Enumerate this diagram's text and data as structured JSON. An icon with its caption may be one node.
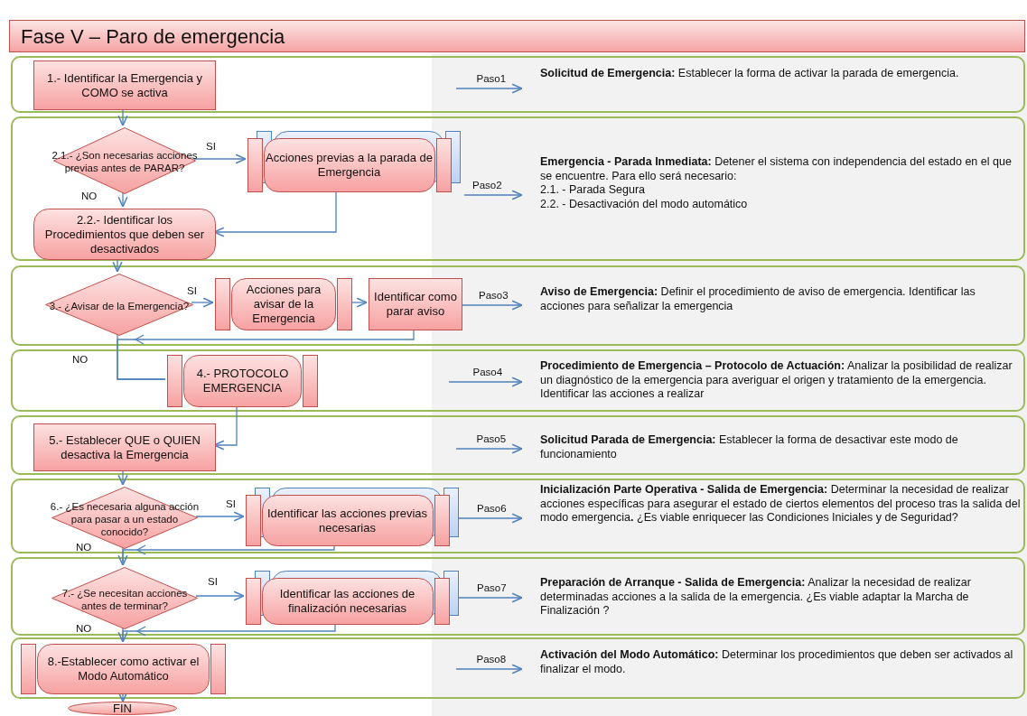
{
  "diagram": {
    "title": "Fase V – Paro de emergencia",
    "nodes": [
      {
        "text": [],
        "shape": "box"
      },
      {
        "text": [
          "1.- Identificar la Emergencia y COMO se activa"
        ],
        "in": 0
      },
      {
        "text": [
          "**Solicitud de Emergencia:** Establecer la forma de activar la parada de emergencia."
        ],
        "in": 0
      },
      {
        "text": [],
        "shape": "box"
      },
      {
        "text": [
          "2.1.- ¿Son necesarias acciones previas antes de PARAR?"
        ],
        "in": 3
      },
      {
        "text": [
          "Acciones previas a la parada de Emergencia"
        ],
        "in": 3
      },
      {
        "text": [
          "2.2.- Identificar los Procedimientos que deben ser desactivados"
        ],
        "in": 3
      },
      {
        "text": [
          "**Emergencia - Parada Inmediata:** Detener el sistema con independencia del estado en el que se encuentre. Para ello será necesario:",
          "2.1. - Parada Segura",
          "2.2. - Desactivación del modo automático"
        ],
        "in": 3
      },
      {
        "text": [],
        "shape": "box"
      },
      {
        "text": [
          "3.- ¿Avisar de la Emergencia?"
        ],
        "in": 8
      },
      {
        "text": [
          "Acciones para avisar de la Emergencia"
        ],
        "in": 8
      },
      {
        "text": [
          "Identificar como parar aviso"
        ],
        "in": 8
      },
      {
        "text": [
          "**Aviso de Emergencia:** Definir el procedimiento de aviso de emergencia. Identificar las acciones para señalizar la emergencia"
        ],
        "in": 8
      },
      {
        "text": [],
        "shape": "box"
      },
      {
        "text": [
          "4.- PROTOCOLO EMERGENCIA"
        ],
        "in": 13
      },
      {
        "text": [
          "**Procedimiento de Emergencia – Protocolo de Actuación:** Analizar la posibilidad de realizar un diagnóstico de la emergencia para averiguar el origen y tratamiento de la emergencia. Identificar las acciones a realizar"
        ],
        "in": 13
      },
      {
        "text": [],
        "shape": "box"
      },
      {
        "text": [
          "5.- Establecer QUE o QUIEN desactiva la Emergencia"
        ],
        "in": 16
      },
      {
        "text": [
          "**Solicitud Parada de Emergencia:** Establecer la forma de desactivar este modo de funcionamiento"
        ],
        "in": 16
      },
      {
        "text": [],
        "shape": "box"
      },
      {
        "text": [
          "6.- ¿Es necesaria alguna acción para pasar a un estado conocido?"
        ],
        "in": 19
      },
      {
        "text": [
          "Identificar las acciones previas necesarias"
        ],
        "in": 19
      },
      {
        "text": [
          "**Inicialización Parte Operativa - Salida de Emergencia:** Determinar la necesidad de realizar acciones específicas para asegurar el estado de ciertos elementos del proceso tras la salida del modo emergencia**.** ¿Es viable enriquecer las Condiciones Iniciales y de Seguridad?"
        ],
        "in": 19
      },
      {
        "text": [],
        "shape": "box"
      },
      {
        "text": [
          "7.- ¿Se necesitan acciones antes de terminar?"
        ],
        "in": 23
      },
      {
        "text": [
          "Identificar las acciones de finalización necesarias"
        ],
        "in": 23
      },
      {
        "text": [
          "**Preparación de Arranque - Salida de Emergencia:** Analizar la necesidad de realizar determinadas acciones a la salida de la emergencia. ¿Es viable adaptar la Marcha de Finalización ?"
        ],
        "in": 23
      },
      {
        "text": [],
        "shape": "box"
      },
      {
        "text": [
          "8.-Establecer como activar el Modo Automático"
        ],
        "in": 27
      },
      {
        "text": [
          "**Activación del Modo Automático:** Determinar los procedimientos que deben ser activados al finalizar el modo."
        ],
        "in": 27
      },
      {
        "text": [
          "FIN"
        ]
      }
    ],
    "edges": [
      {
        "from": 1,
        "to": 4,
        "arrow": "to"
      },
      {
        "from": 4,
        "to": 5,
        "arrow": "to",
        "label": "SI"
      },
      {
        "from": 4,
        "to": 6,
        "arrow": "to",
        "label": "NO"
      },
      {
        "from": 5,
        "to": 6,
        "arrow": "to"
      },
      {
        "from": 6,
        "to": 9,
        "arrow": "to"
      },
      {
        "from": 9,
        "to": 10,
        "arrow": "to",
        "label": "SI"
      },
      {
        "from": 10,
        "to": 11,
        "arrow": "to"
      },
      {
        "from": 11,
        "to": 14,
        "arrow": "to"
      },
      {
        "from": 9,
        "to": 14,
        "arrow": "none",
        "label": "NO"
      },
      {
        "from": 14,
        "to": 17,
        "arrow": "to"
      },
      {
        "from": 17,
        "to": 20,
        "arrow": "to"
      },
      {
        "from": 20,
        "to": 21,
        "arrow": "to",
        "label": "SI"
      },
      {
        "from": 21,
        "to": 24,
        "arrow": "to"
      },
      {
        "from": 20,
        "to": 24,
        "arrow": "to",
        "label": "NO"
      },
      {
        "from": 24,
        "to": 25,
        "arrow": "to",
        "label": "SI"
      },
      {
        "from": 25,
        "to": 28,
        "arrow": "to"
      },
      {
        "from": 24,
        "to": 28,
        "arrow": "to",
        "label": "NO"
      },
      {
        "from": 28,
        "to": 30,
        "arrow": "to"
      },
      {
        "from": null,
        "to": 2,
        "arrow": "to",
        "label": "Paso1"
      },
      {
        "from": null,
        "to": 7,
        "arrow": "to",
        "label": "Paso2"
      },
      {
        "from": 11,
        "to": 12,
        "arrow": "to",
        "label": "Paso3"
      },
      {
        "from": null,
        "to": 15,
        "arrow": "to",
        "label": "Paso4"
      },
      {
        "from": null,
        "to": 18,
        "arrow": "to",
        "label": "Paso5"
      },
      {
        "from": 21,
        "to": 22,
        "arrow": "to",
        "label": "Paso6"
      },
      {
        "from": 25,
        "to": 26,
        "arrow": "to",
        "label": "Paso7"
      },
      {
        "from": null,
        "to": 29,
        "arrow": "to",
        "label": "Paso8"
      }
    ]
  }
}
